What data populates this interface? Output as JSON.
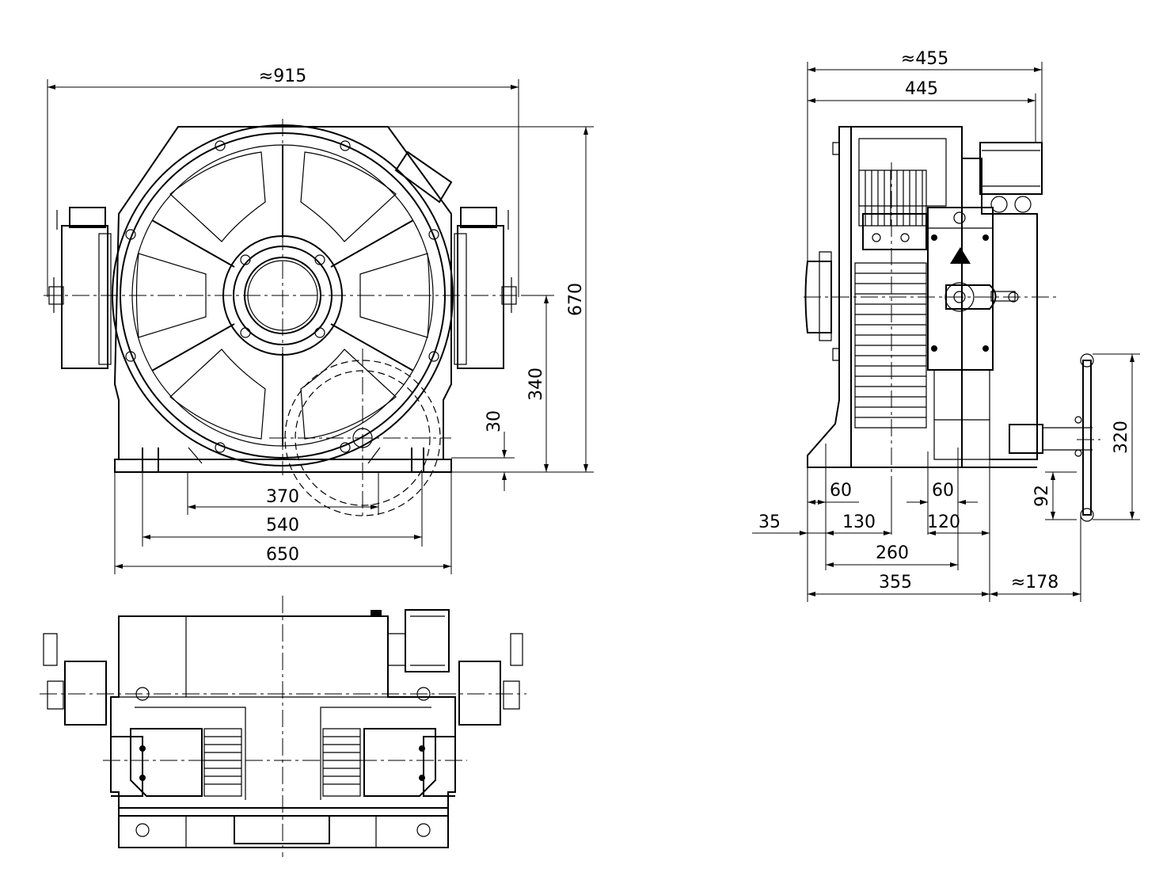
{
  "dimensions": {
    "front_overall_width": "≈915",
    "front_height": "670",
    "front_shaft_height": "340",
    "front_foot_offset": "30",
    "front_base_370": "370",
    "front_base_540": "540",
    "front_base_650": "650",
    "side_overall_455": "≈455",
    "side_445": "445",
    "side_60_left": "60",
    "side_60_right": "60",
    "side_35": "35",
    "side_130": "130",
    "side_120": "120",
    "side_260": "260",
    "side_355": "355",
    "side_178": "≈178",
    "side_92": "92",
    "side_320": "320"
  }
}
